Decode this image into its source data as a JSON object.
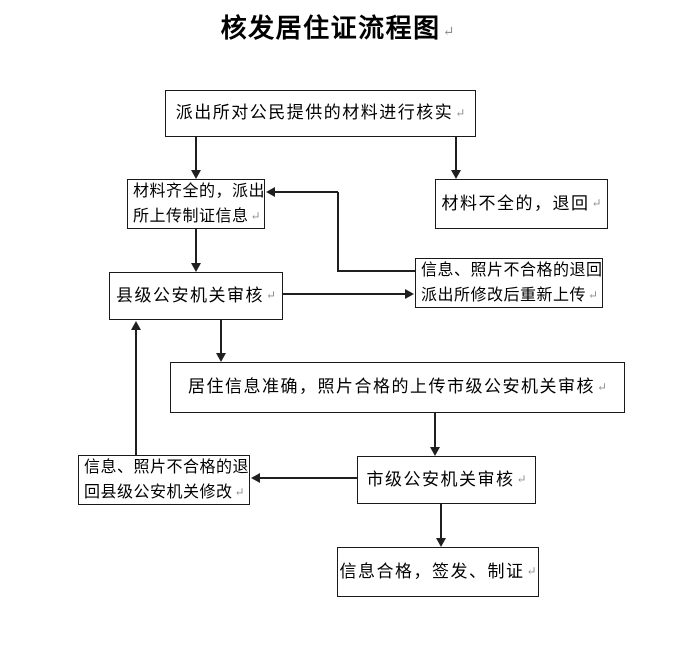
{
  "title": "核发居住证流程图",
  "paragraph_mark": "↵",
  "nodes": {
    "verify": {
      "text": "派出所对公民提供的材料进行核实"
    },
    "materials_complete": {
      "line1": "材料齐全的，派出",
      "line2": "所上传制证信息"
    },
    "materials_incomplete": {
      "text": "材料不全的，退回"
    },
    "county_review": {
      "text": "县级公安机关审核"
    },
    "return_to_station": {
      "line1": "信息、照片不合格的退回",
      "line2": "派出所修改后重新上传"
    },
    "upload_city": {
      "text": "居住信息准确，照片合格的上传市级公安机关审核"
    },
    "return_to_county": {
      "line1": "信息、照片不合格的退",
      "line2": "回县级公安机关修改"
    },
    "city_review": {
      "text": "市级公安机关审核"
    },
    "issue": {
      "text": "信息合格，签发、制证"
    }
  },
  "edges": [
    {
      "from": "verify",
      "to": "materials_complete"
    },
    {
      "from": "verify",
      "to": "materials_incomplete"
    },
    {
      "from": "materials_complete",
      "to": "county_review"
    },
    {
      "from": "county_review",
      "to": "return_to_station"
    },
    {
      "from": "return_to_station",
      "to": "materials_complete"
    },
    {
      "from": "county_review",
      "to": "upload_city"
    },
    {
      "from": "upload_city",
      "to": "city_review"
    },
    {
      "from": "city_review",
      "to": "return_to_county"
    },
    {
      "from": "return_to_county",
      "to": "county_review"
    },
    {
      "from": "city_review",
      "to": "issue"
    }
  ],
  "colors": {
    "bg": "#ffffff",
    "border": "#1a1a1a",
    "line": "#1f1f1f",
    "text": "#000000",
    "mark": "#8f8f8f"
  }
}
